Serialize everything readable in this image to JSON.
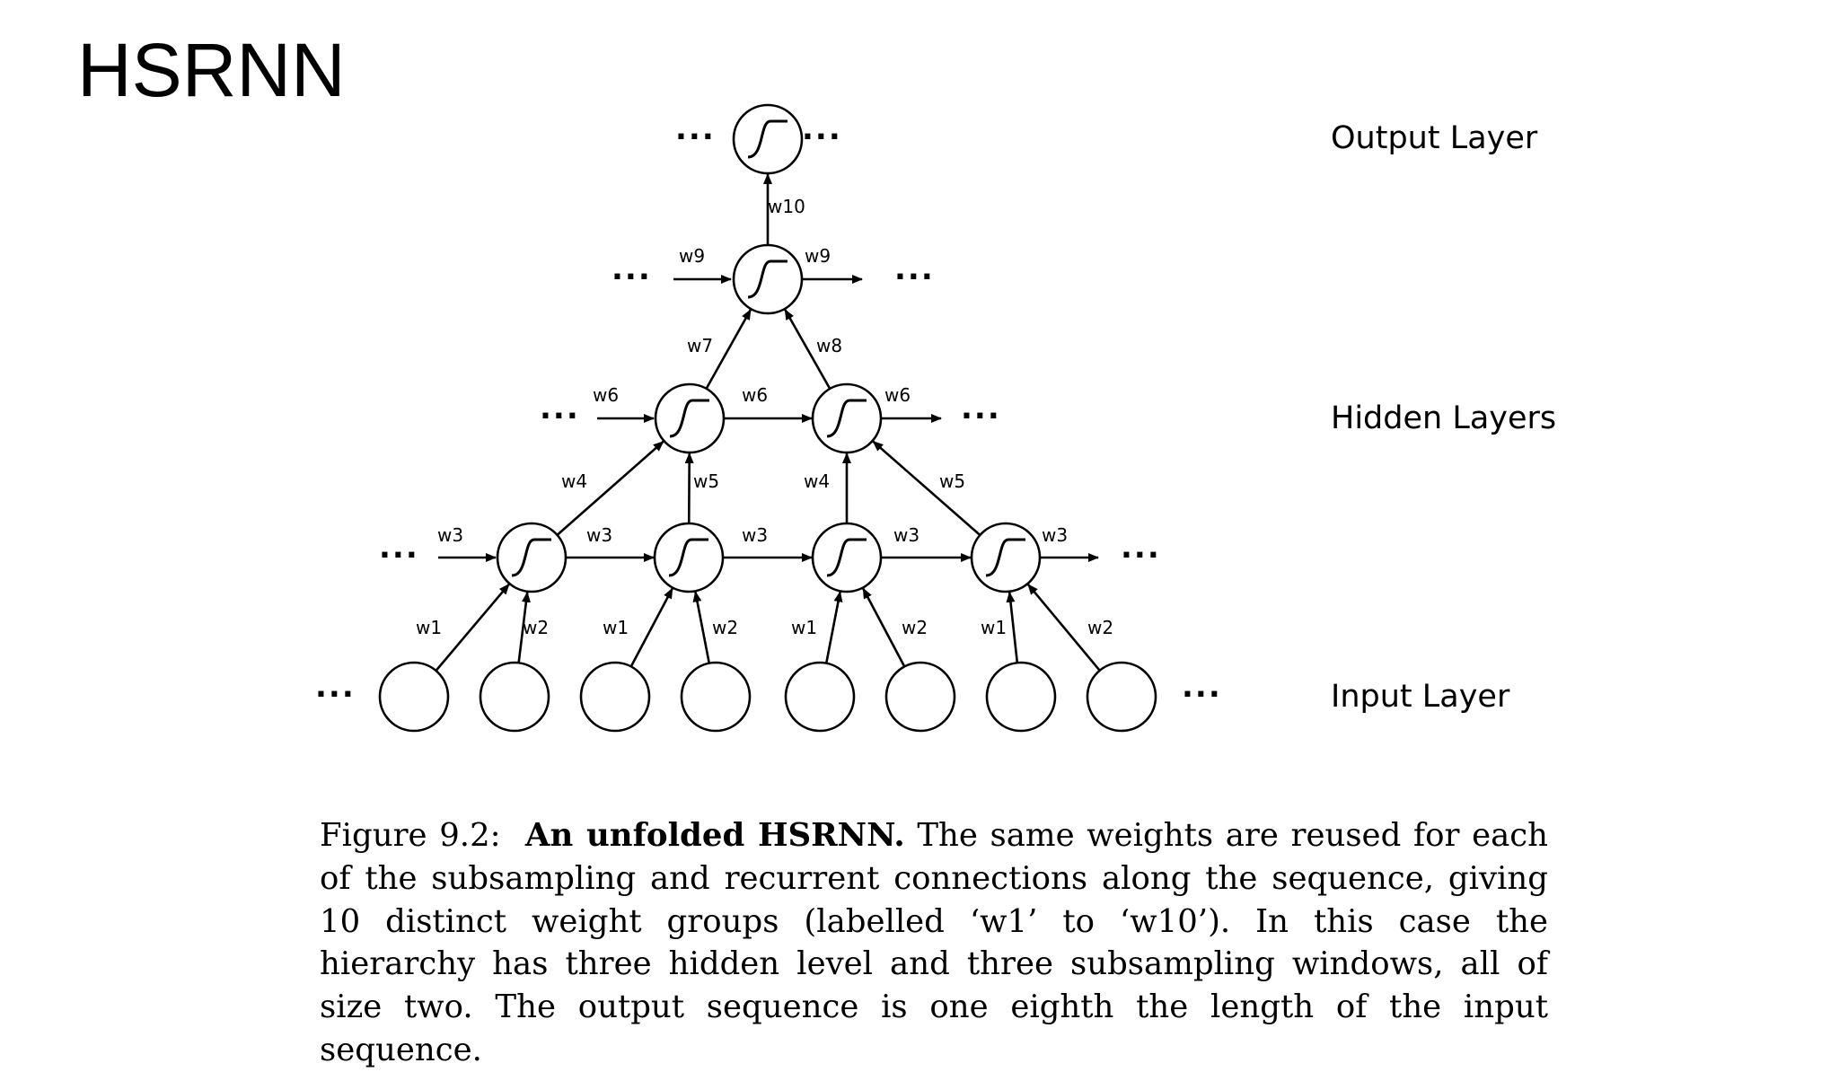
{
  "slide": {
    "title": "HSRNN"
  },
  "diagram": {
    "layers": {
      "output": "Output Layer",
      "hidden": "Hidden Layers",
      "input": "Input Layer"
    },
    "ellipsis": "...",
    "weights": {
      "w1": "w1",
      "w2": "w2",
      "w3": "w3",
      "w4": "w4",
      "w5": "w5",
      "w6": "w6",
      "w7": "w7",
      "w8": "w8",
      "w9": "w9",
      "w10": "w10"
    }
  },
  "caption": {
    "figure_label": "Figure 9.2:",
    "bold_title": "An unfolded HSRNN.",
    "body": "The same weights are reused for each of the subsampling and recurrent connections along the sequence, giving 10 distinct weight groups (labelled ‘w1’ to ‘w10’). In this case the hierarchy has three hidden level and three subsampling windows, all of size two. The output sequence is one eighth the length of the input sequence."
  }
}
